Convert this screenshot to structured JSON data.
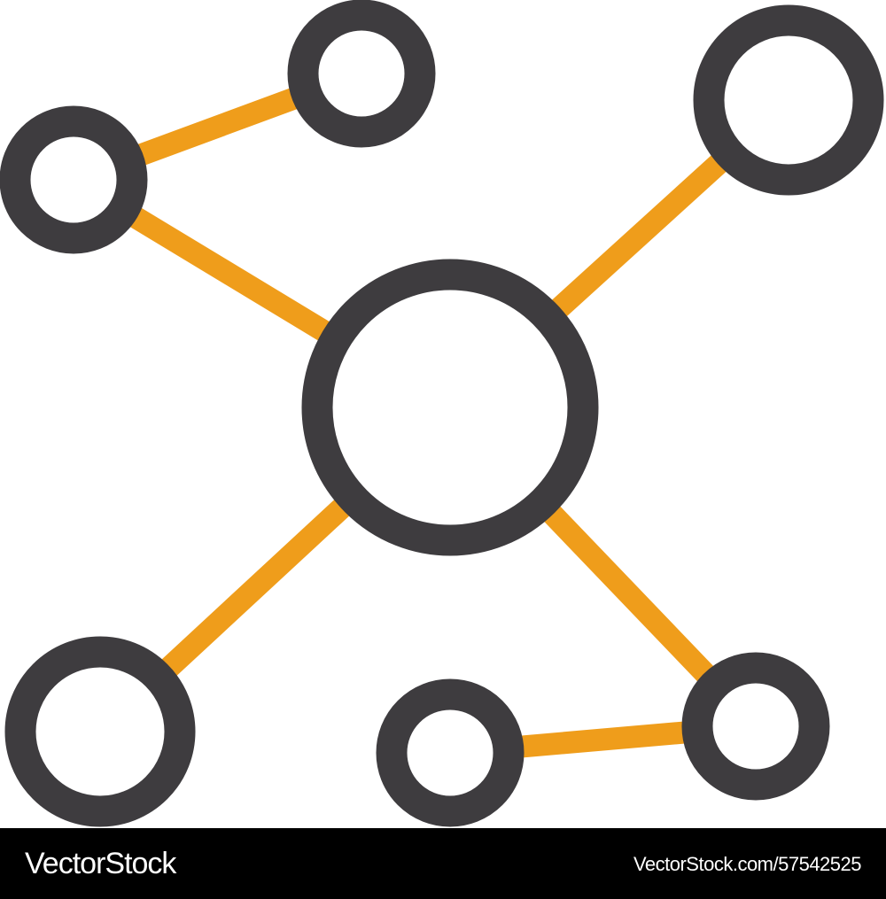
{
  "icon": {
    "name": "network-nodes-icon",
    "node_count": 7,
    "link_count": 6
  },
  "colors": {
    "background": "#ffffff",
    "node_stroke": "#3e3c3f",
    "link": "#ef9d1b",
    "footer_background": "#000000",
    "footer_text": "#ffffff"
  },
  "footer": {
    "logo_text": "VectorStock",
    "credit_text": "VectorStock.com/57542525"
  }
}
